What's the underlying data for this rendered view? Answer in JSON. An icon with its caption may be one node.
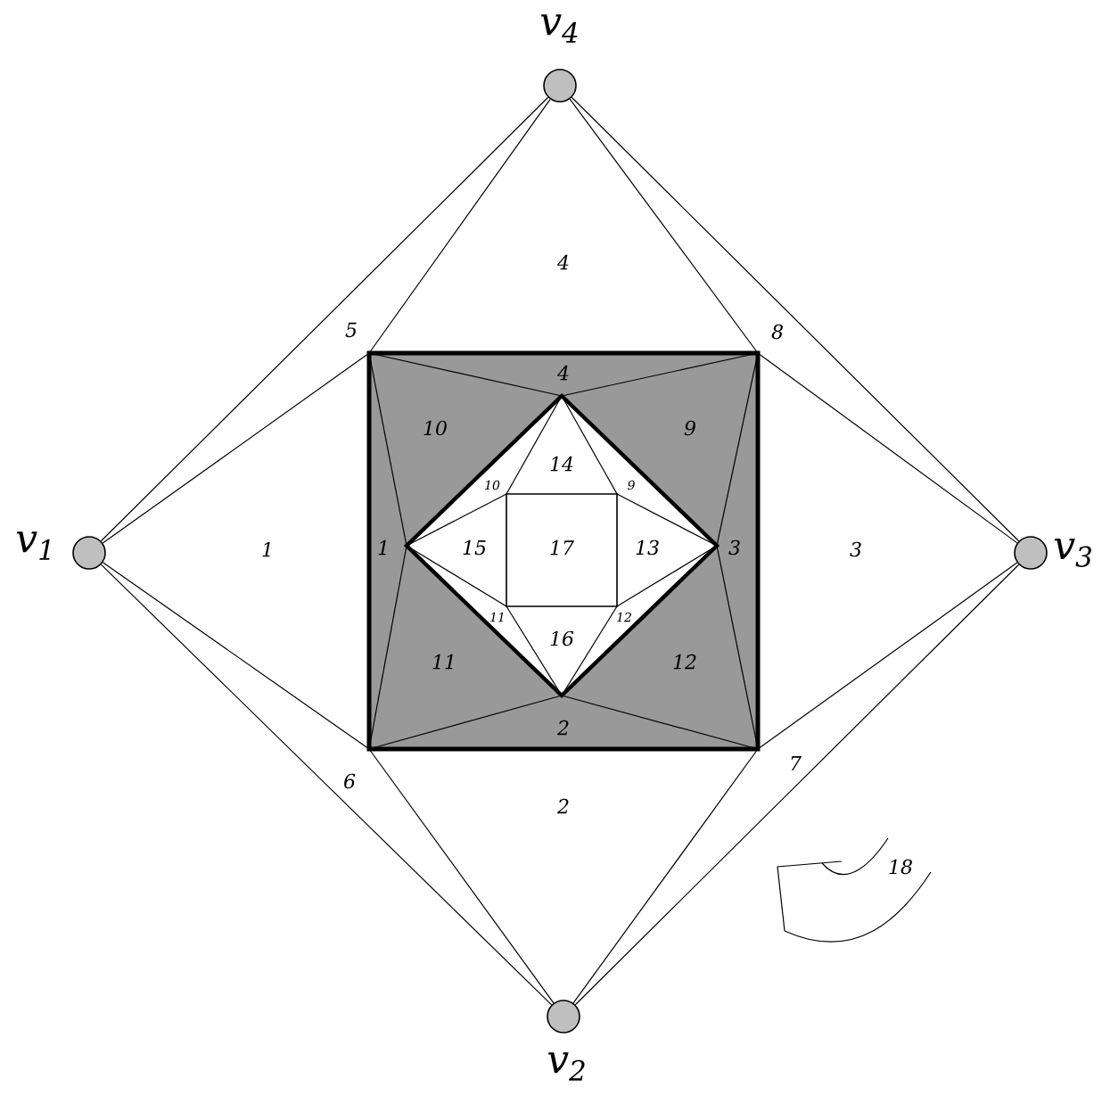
{
  "diagram": {
    "nodes": [
      {
        "text": [],
        "shape": "circle",
        "beside": [
          "v$_{4}$"
        ]
      },
      {
        "text": [],
        "shape": "circle",
        "beside": [
          "v$_{1}$"
        ]
      },
      {
        "text": [],
        "shape": "box"
      },
      {
        "text": [],
        "shape": "circle",
        "beside": [
          "v$_{3}$"
        ]
      },
      {
        "text": [],
        "shape": "circle",
        "beside": [
          "v$_{2}$"
        ]
      }
    ],
    "edges": [
      {
        "from": 0,
        "to": 1,
        "arrow": "none"
      },
      {
        "from": 0,
        "to": 2,
        "arrow": "none"
      },
      {
        "from": 0,
        "to": 2,
        "arrow": "none"
      },
      {
        "from": 0,
        "to": 3,
        "arrow": "none"
      },
      {
        "from": 1,
        "to": 2,
        "arrow": "none"
      },
      {
        "from": 1,
        "to": 2,
        "arrow": "none"
      },
      {
        "from": 3,
        "to": 2,
        "arrow": "none"
      },
      {
        "from": 3,
        "to": 2,
        "arrow": "none"
      },
      {
        "from": 1,
        "to": 4,
        "arrow": "none"
      },
      {
        "from": 4,
        "to": 2,
        "arrow": "none"
      },
      {
        "from": 4,
        "to": 2,
        "arrow": "none"
      },
      {
        "from": 3,
        "to": 4,
        "arrow": "none"
      }
    ],
    "labels": [
      "4",
      "5",
      "8",
      "4",
      "10",
      "9",
      "14",
      "10",
      "9",
      "1",
      "1",
      "15",
      "17",
      "13",
      "3",
      "3",
      "11",
      "12",
      "16",
      "11",
      "12",
      "2",
      "6",
      "7",
      "2",
      "18"
    ]
  }
}
